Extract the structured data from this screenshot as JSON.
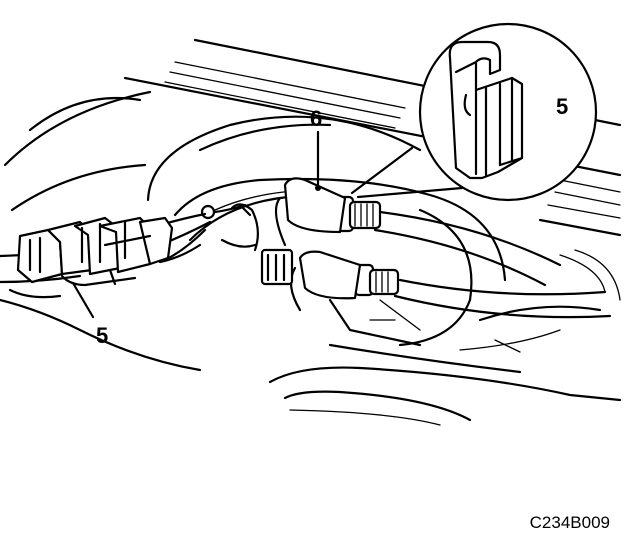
{
  "callouts": {
    "clip_inset": "5",
    "connector": "5",
    "fuel_pump_lines": "6"
  },
  "figure_code": "C234B009"
}
